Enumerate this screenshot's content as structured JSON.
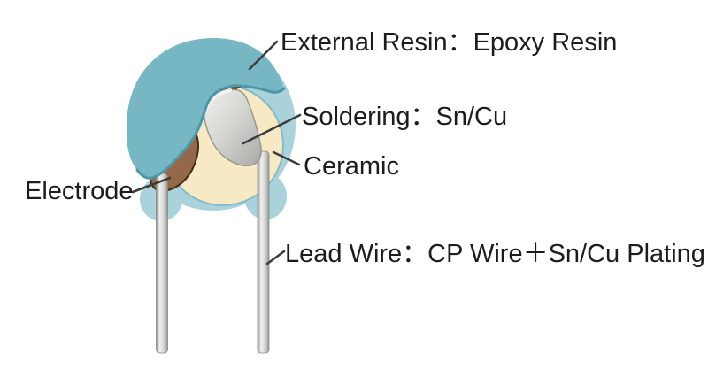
{
  "diagram": {
    "labels": {
      "external_resin": "External Resin：Epoxy Resin",
      "soldering": "Soldering：Sn/Cu",
      "ceramic": "Ceramic",
      "electrode": "Electrode",
      "lead_wire": "Lead Wire：CP Wire＋Sn/Cu Plating"
    },
    "colors": {
      "background": "#ffffff",
      "resin_surface": "#76b7c3",
      "resin_edge": "#4e96a9",
      "resin_cross_section": "#a9d2da",
      "ceramic": "#f7e9c4",
      "electrode": "#96684a",
      "electrode_dark": "#6e4526",
      "electrode_outline": "#4a2a12",
      "solder_highlight": "#f6f7f4",
      "leader_line": "#3d3d3d",
      "label_text": "#1c1c1c"
    }
  }
}
